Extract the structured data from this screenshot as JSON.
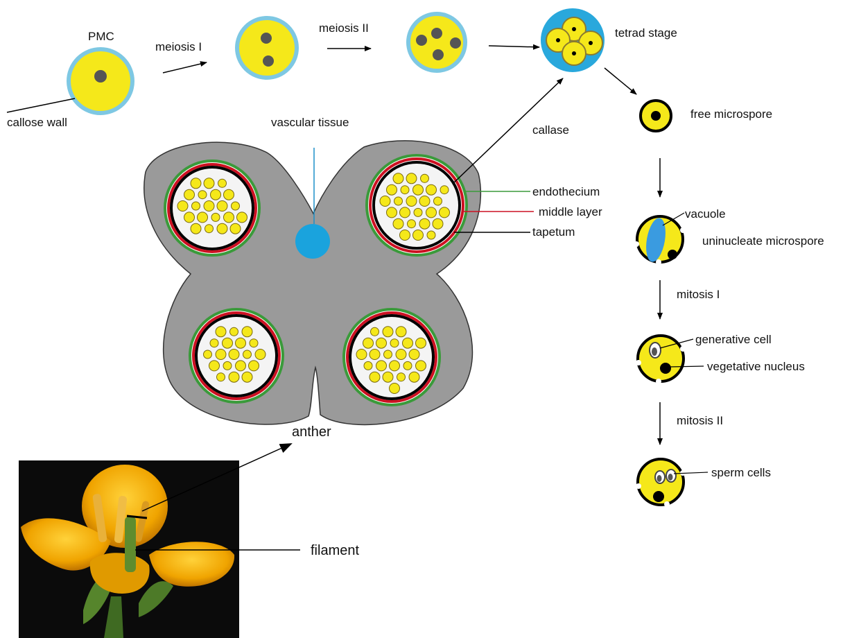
{
  "labels": {
    "pmc": "PMC",
    "callose_wall": "callose wall",
    "meiosis_1": "meiosis I",
    "meiosis_2": "meiosis II",
    "tetrad_stage": "tetrad stage",
    "free_microspore": "free microspore",
    "callase": "callase",
    "vascular_tissue": "vascular tissue",
    "endothecium": "endothecium",
    "middle_layer": "middle layer",
    "tapetum": "tapetum",
    "vacuole": "vacuole",
    "uninucleate_microspore": "uninucleate microspore",
    "mitosis_1": "mitosis I",
    "generative_cell": "generative cell",
    "vegetative_nucleus": "vegetative nucleus",
    "mitosis_2": "mitosis II",
    "sperm_cells": "sperm cells",
    "anther": "anther",
    "filament": "filament"
  },
  "colors": {
    "cell_fill": "#f5e81a",
    "callose": "#7ec8e3",
    "tetrad_bg": "#29a8dc",
    "nucleus": "#555555",
    "anther_tissue": "#9a9a9a",
    "endothecium": "#3a9a3a",
    "middle_layer": "#cc1122",
    "tapetum": "#000000",
    "vascular": "#1aa3dd",
    "vacuole": "#3a9be0",
    "petal": "#f0a800",
    "photo_bg": "#0b0b0b"
  },
  "icons": {
    "anther_photo": "flower-photo"
  }
}
